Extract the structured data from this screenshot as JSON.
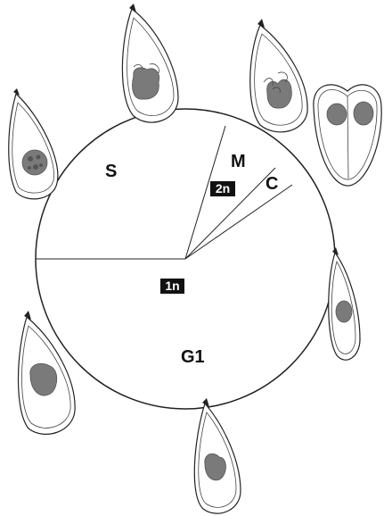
{
  "phases": {
    "s": "S",
    "m": "M",
    "c": "C",
    "g1": "G1"
  },
  "ploidy": {
    "haploid": "1n",
    "diploid": "2n"
  },
  "colors": {
    "line": "#222222",
    "nucleus": "#7a7a7a",
    "badge": "#111111"
  }
}
